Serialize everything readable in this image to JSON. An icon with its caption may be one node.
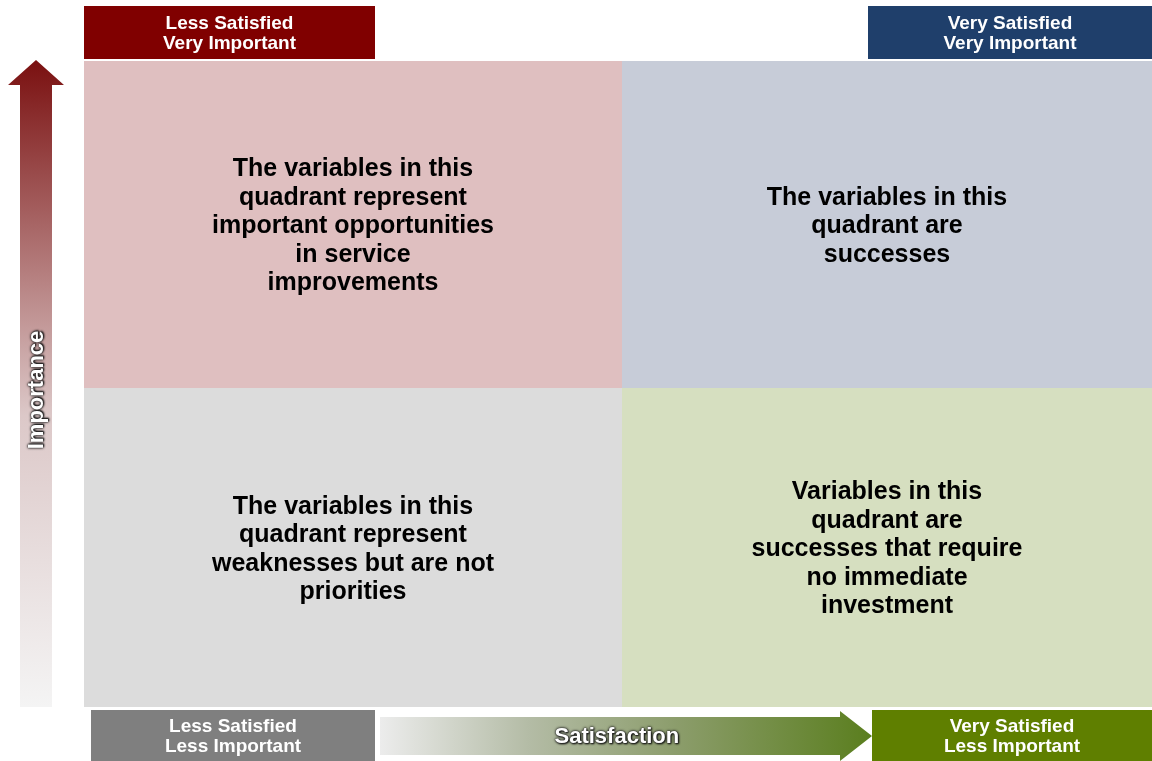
{
  "diagram": {
    "nodes": [
      {
        "text": [
          "Less Satisfied Very Important"
        ]
      },
      {
        "text": [
          "Very Satisfied Very Important"
        ]
      },
      {
        "text": [
          "The variables in this quadrant represent important opportunities in service improvements"
        ]
      },
      {
        "text": [
          "The variables in this quadrant are successes"
        ]
      },
      {
        "text": [
          "The variables in this quadrant represent weaknesses but are not priorities"
        ]
      },
      {
        "text": [
          "Variables in this quadrant are successes that require no immediate investment"
        ]
      },
      {
        "text": [
          "Less Satisfied Less Important"
        ]
      },
      {
        "text": [
          "Very Satisfied Less Important"
        ]
      }
    ],
    "labels": [
      "Importance",
      "Satisfaction"
    ]
  }
}
